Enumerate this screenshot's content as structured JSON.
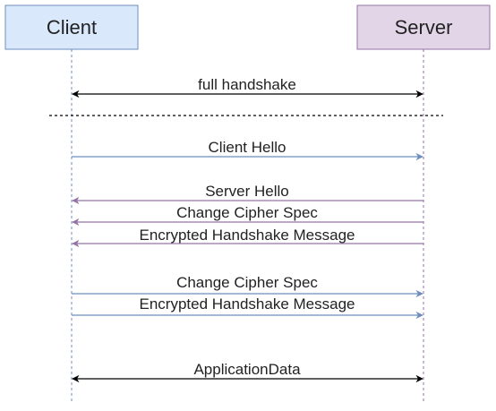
{
  "participants": {
    "client": {
      "label": "Client",
      "fill": "#dae8fc",
      "stroke": "#6c8ebf"
    },
    "server": {
      "label": "Server",
      "fill": "#e1d5e7",
      "stroke": "#9673a6"
    }
  },
  "colors": {
    "bidirectional": "#000000",
    "client_to_server": "#6c8ebf",
    "server_to_client": "#9673a6",
    "lifeline_client": "#6c8ebf",
    "lifeline_server": "#9673a6",
    "separator": "#000000"
  },
  "messages": [
    {
      "id": "full-handshake",
      "label": "full handshake",
      "direction": "both"
    },
    {
      "id": "client-hello",
      "label": "Client Hello",
      "direction": "client-to-server"
    },
    {
      "id": "server-hello",
      "label": "Server Hello",
      "direction": "server-to-client"
    },
    {
      "id": "server-change-cipher-spec",
      "label": "Change Cipher Spec",
      "direction": "server-to-client"
    },
    {
      "id": "server-encrypted-handshake",
      "label": "Encrypted Handshake Message",
      "direction": "server-to-client"
    },
    {
      "id": "client-change-cipher-spec",
      "label": "Change Cipher Spec",
      "direction": "client-to-server"
    },
    {
      "id": "client-encrypted-handshake",
      "label": "Encrypted Handshake Message",
      "direction": "client-to-server"
    },
    {
      "id": "application-data",
      "label": "ApplicationData",
      "direction": "both"
    }
  ]
}
